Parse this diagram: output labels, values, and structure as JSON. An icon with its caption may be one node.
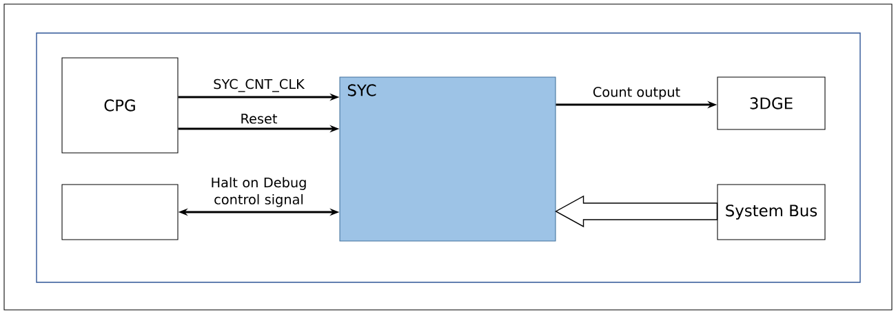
{
  "diagram": {
    "nodes": [
      {
        "text": [
          "CPG"
        ]
      },
      {
        "text": [
          "SYC"
        ]
      },
      {
        "text": [
          "3DGE"
        ]
      },
      {
        "text": [],
        "shape": "box"
      },
      {
        "text": [
          "System Bus"
        ]
      }
    ],
    "edges": [
      {
        "from": 0,
        "to": 1,
        "arrow": "to",
        "label": "SYC_CNT_CLK"
      },
      {
        "from": 0,
        "to": 1,
        "arrow": "to",
        "label": "Reset"
      },
      {
        "from": 3,
        "to": 1,
        "arrow": "both",
        "label": "Halt on Debug control signal"
      },
      {
        "from": 1,
        "to": 2,
        "arrow": "to",
        "label": "Count output"
      },
      {
        "from": 4,
        "to": 1,
        "arrow": "to",
        "style": "thick"
      }
    ]
  }
}
